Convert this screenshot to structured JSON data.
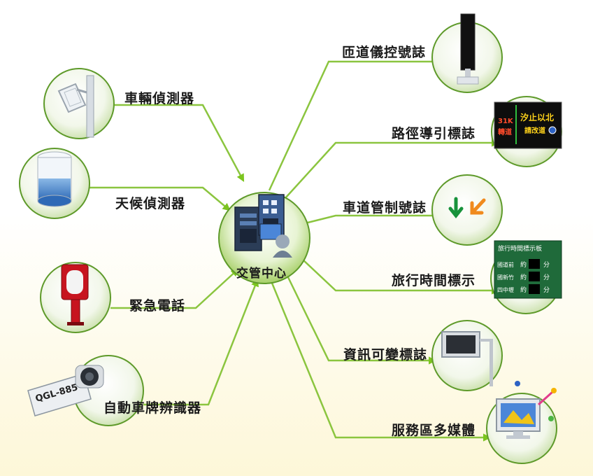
{
  "center": {
    "label": "交管中心"
  },
  "inputs": [
    {
      "label": "車輛偵測器",
      "icon": "vehicle-detector-icon"
    },
    {
      "label": "天候偵測器",
      "icon": "weather-sensor-icon"
    },
    {
      "label": "緊急電話",
      "icon": "emergency-phone-icon"
    },
    {
      "label": "自動車牌辨識器",
      "icon": "plate-recognition-camera-icon",
      "plate_text": "QGL-885"
    }
  ],
  "outputs": [
    {
      "label": "匝道儀控號誌",
      "icon": "ramp-meter-signal-icon"
    },
    {
      "label": "路徑導引標誌",
      "icon": "route-guidance-sign-icon",
      "sign_left_top": "31K",
      "sign_left_bottom": "轉道",
      "sign_right_top": "汐止以北",
      "sign_right_bottom": "請改道"
    },
    {
      "label": "車道管制號誌",
      "icon": "lane-control-signal-icon"
    },
    {
      "label": "旅行時間標示",
      "icon": "travel-time-sign-icon",
      "board_title": "旅行時間標示板",
      "rows": [
        {
          "dest": "國道前",
          "unit": "約",
          "suffix": "分"
        },
        {
          "dest": "國新竹",
          "unit": "約",
          "suffix": "分"
        },
        {
          "dest": "四中壢",
          "unit": "約",
          "suffix": "分"
        }
      ]
    },
    {
      "label": "資訊可變標誌",
      "icon": "variable-message-sign-icon"
    },
    {
      "label": "服務區多媒體",
      "icon": "service-area-multimedia-icon"
    }
  ],
  "colors": {
    "arrow": "#7cc51f",
    "line": "#8bc53f",
    "circle_edge": "#5e9a2a",
    "orange": "#f08a1d",
    "board": "#1f6a3a"
  }
}
